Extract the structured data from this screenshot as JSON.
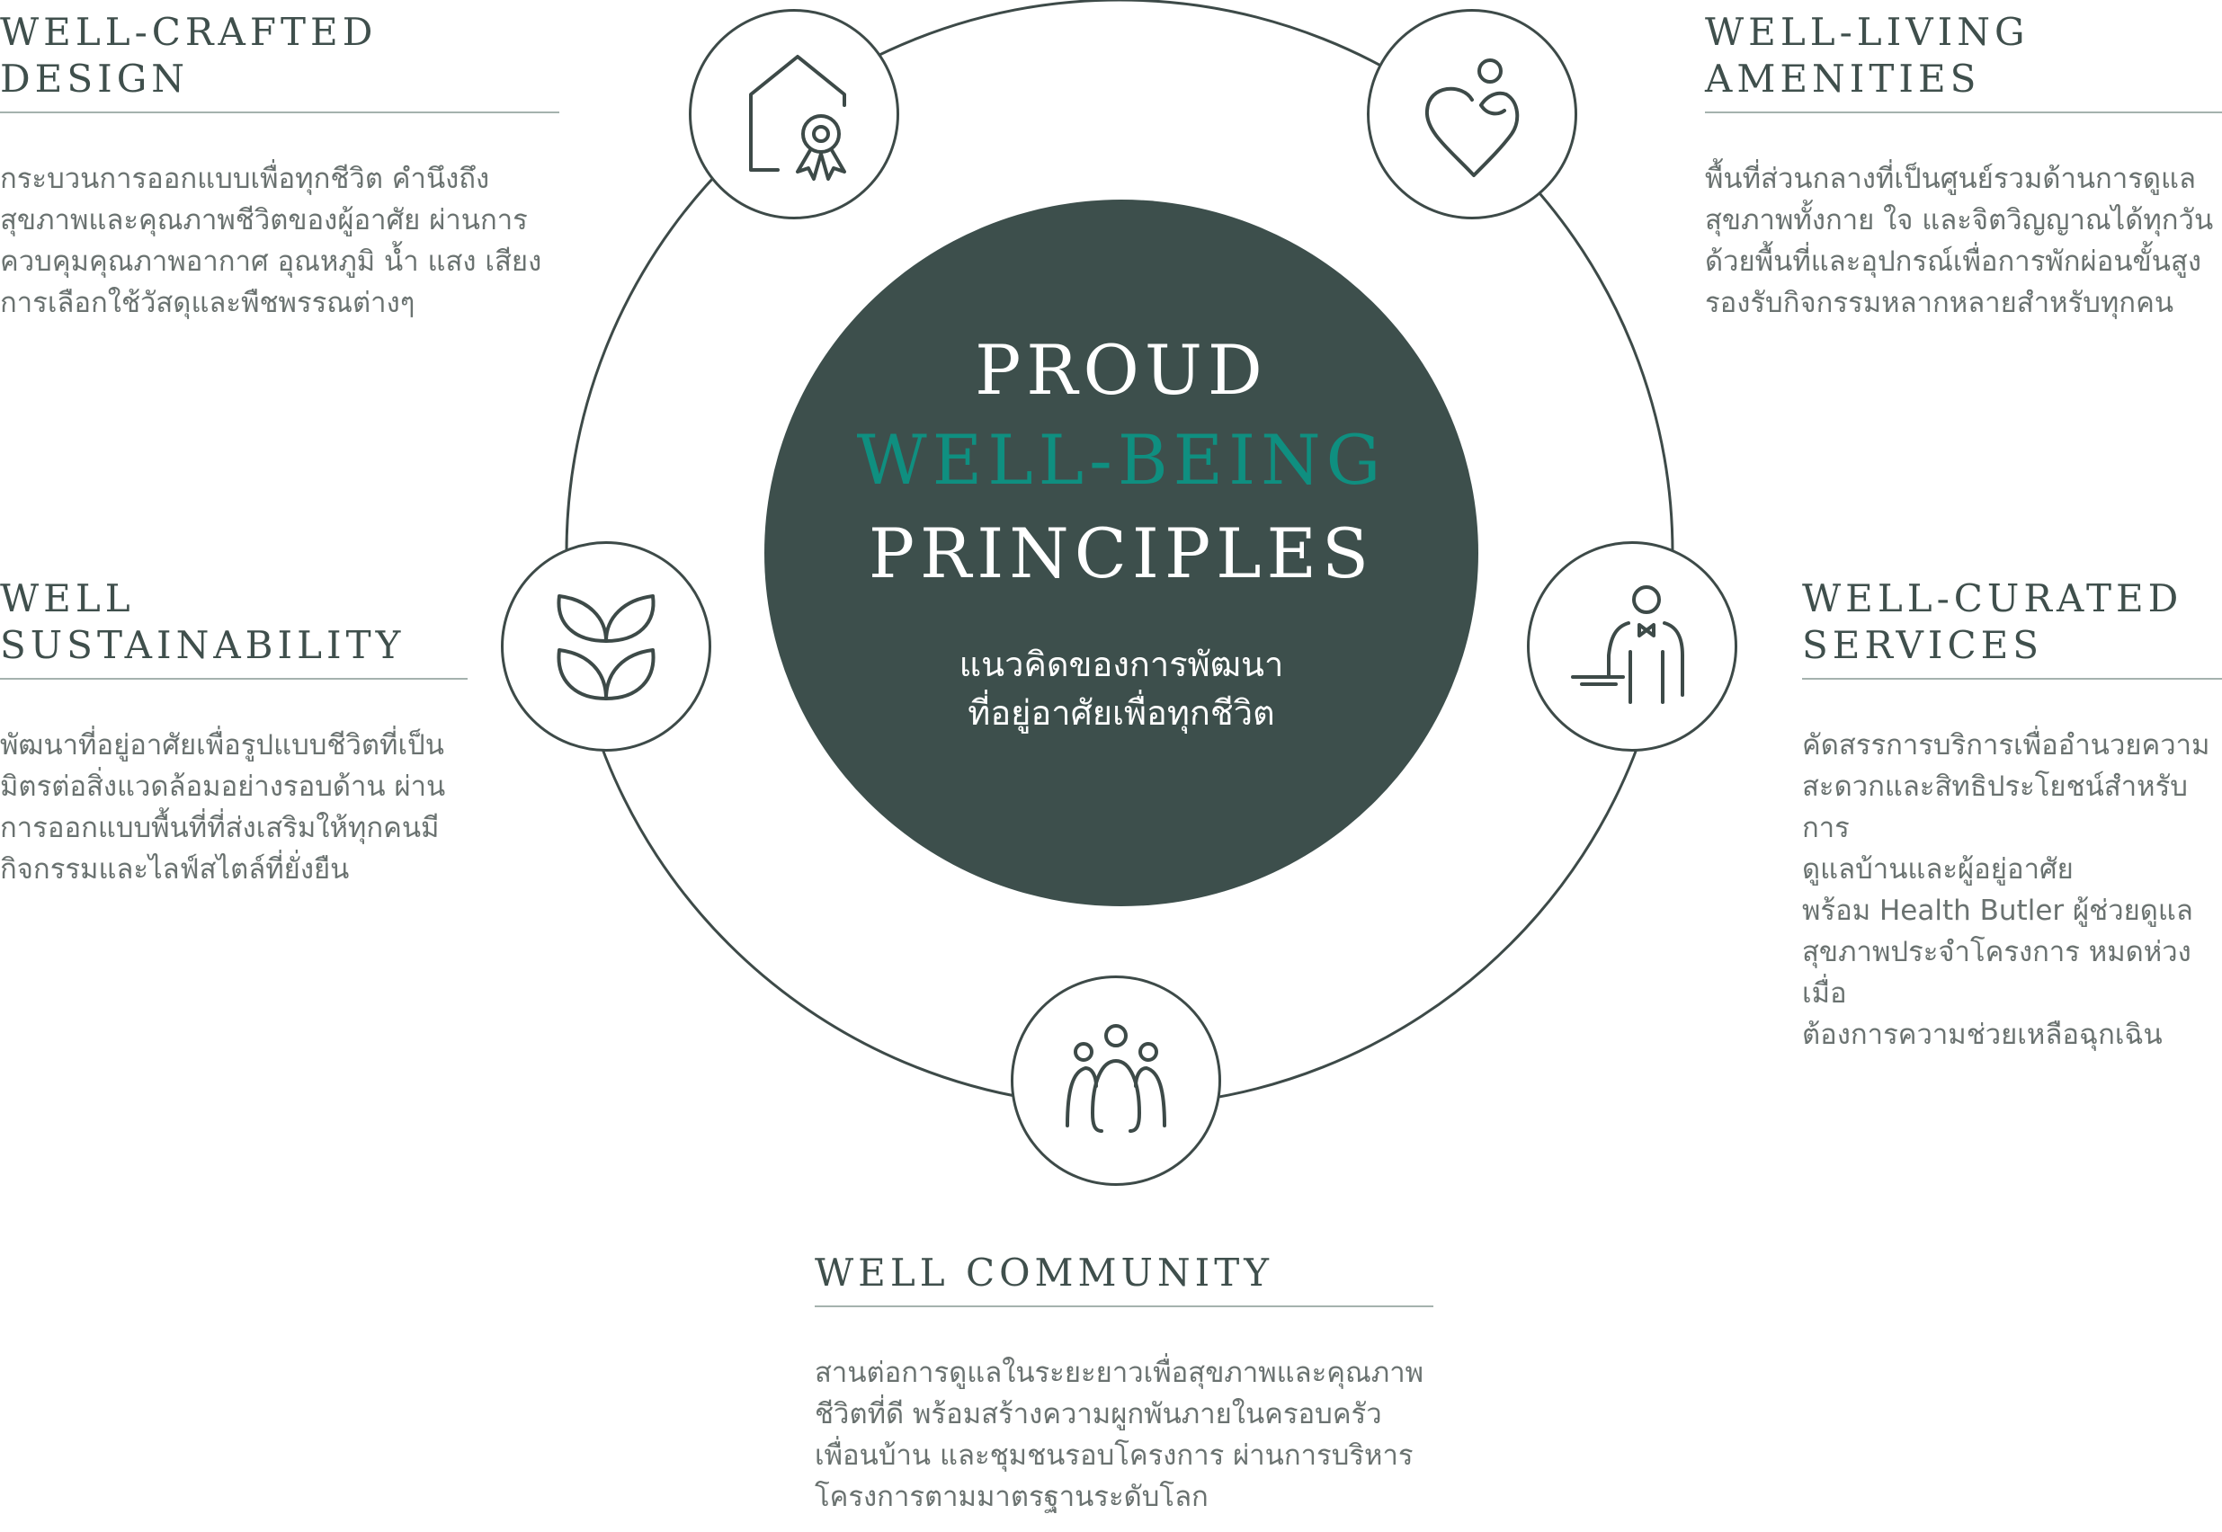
{
  "hub": {
    "line1": "PROUD",
    "line2": "WELL-BEING",
    "line3": "PRINCIPLES",
    "thai_line1": "แนวคิดของการพัฒนา",
    "thai_line2": "ที่อยู่อาศัยเพื่อทุกชีวิต"
  },
  "colors": {
    "hub_fill": "#3d4f4c",
    "accent_teal": "#0f8f80",
    "line": "#3d4a48",
    "heading_text": "#3f4f4c",
    "body_text": "#6a7270"
  },
  "sections": {
    "crafted": {
      "icon": "house-award-icon",
      "title": "WELL-CRAFTED DESIGN",
      "body": "กระบวนการออกแบบเพื่อทุกชีวิต คำนึงถึง\nสุขภาพและคุณภาพชีวิตของผู้อาศัย ผ่านการ\nควบคุมคุณภาพอากาศ อุณหภูมิ น้ำ แสง เสียง\nการเลือกใช้วัสดุและพืชพรรณต่างๆ"
    },
    "living": {
      "icon": "heart-care-icon",
      "title": "WELL-LIVING AMENITIES",
      "body": "พื้นที่ส่วนกลางที่เป็นศูนย์รวมด้านการดูแล\nสุขภาพทั้งกาย ใจ และจิตวิญญาณได้ทุกวัน\nด้วยพื้นที่และอุปกรณ์เพื่อการพักผ่อนขั้นสูง\nรองรับกิจกรรมหลากหลายสำหรับทุกคน"
    },
    "sustain": {
      "icon": "leaf-sprout-icon",
      "title": "WELL\nSUSTAINABILITY",
      "body": "พัฒนาที่อยู่อาศัยเพื่อรูปแบบชีวิตที่เป็น\nมิตรต่อสิ่งแวดล้อมอย่างรอบด้าน ผ่าน\nการออกแบบพื้นที่ที่ส่งเสริมให้ทุกคนมี\nกิจกรรมและไลฟ์สไตล์ที่ยั่งยืน"
    },
    "curated": {
      "icon": "butler-icon",
      "title": "WELL-CURATED\nSERVICES",
      "body": "คัดสรรการบริการเพื่ออำนวยความ\nสะดวกและสิทธิประโยชน์สำหรับการ\nดูแลบ้านและผู้อยู่อาศัย\nพร้อม Health Butler ผู้ช่วยดูแล\nสุขภาพประจำโครงการ หมดห่วงเมื่อ\nต้องการความช่วยเหลือฉุกเฉิน"
    },
    "community": {
      "icon": "community-people-icon",
      "title": "WELL COMMUNITY",
      "body": "สานต่อการดูแลในระยะยาวเพื่อสุขภาพและคุณภาพ\nชีวิตที่ดี พร้อมสร้างความผูกพันภายในครอบครัว\nเพื่อนบ้าน และชุมชนรอบโครงการ ผ่านการบริหาร\nโครงการตามมาตรฐานระดับโลก"
    }
  }
}
